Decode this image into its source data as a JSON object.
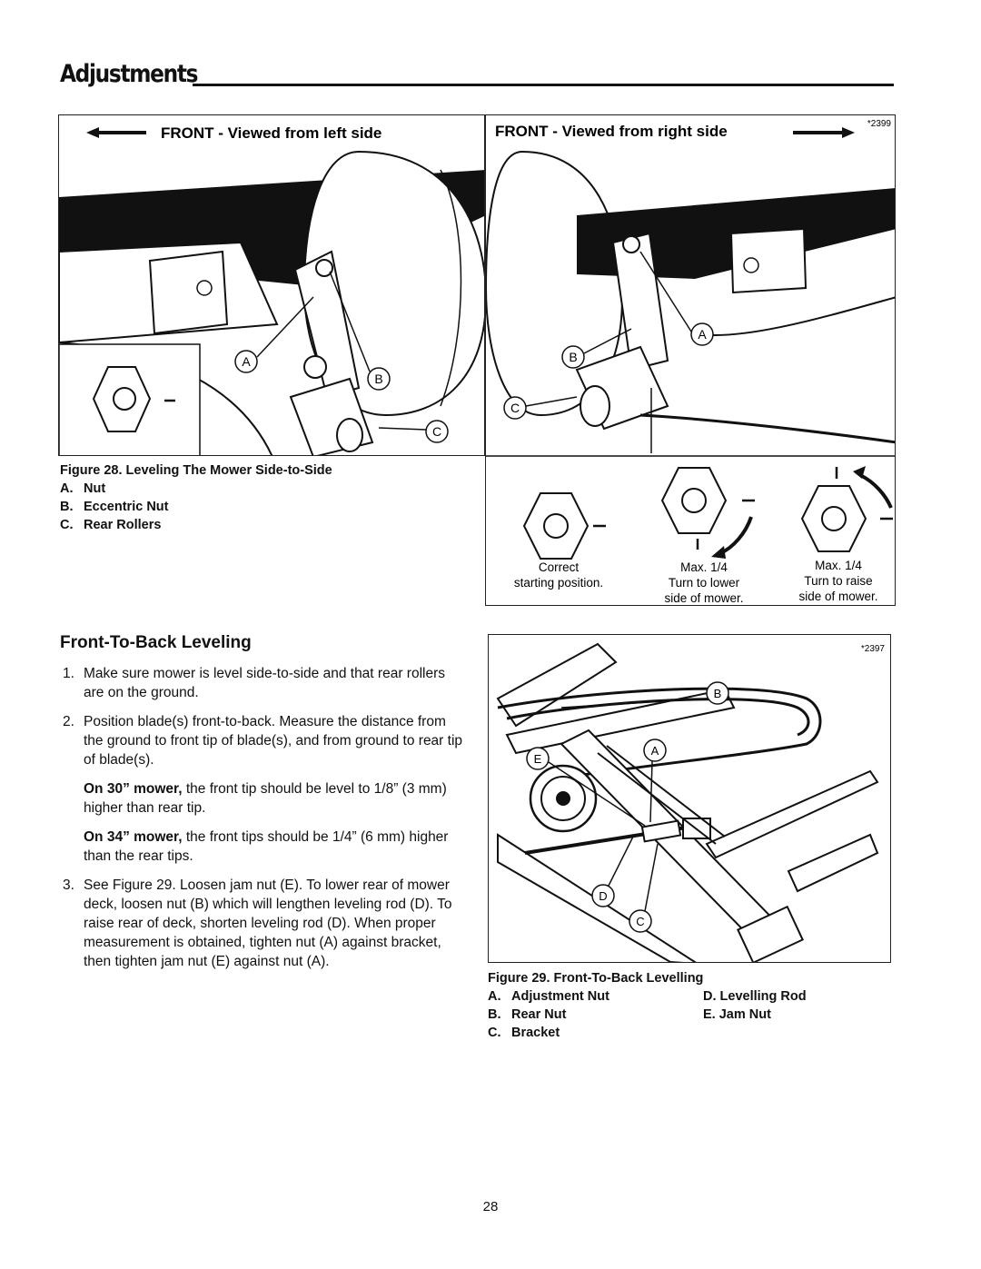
{
  "header": {
    "title": "Adjustments"
  },
  "figure28": {
    "left_label": "FRONT - Viewed from left side",
    "right_label": "FRONT - Viewed from right side",
    "code": "*2399",
    "callouts": {
      "a": "A",
      "b": "B",
      "c": "C"
    },
    "nut_labels": {
      "correct_1": "Correct",
      "correct_2": "starting position.",
      "lower_1": "Max. 1/4",
      "lower_2": "Turn to lower",
      "lower_3": "side of mower.",
      "raise_1": "Max. 1/4",
      "raise_2": "Turn to raise",
      "raise_3": "side of mower."
    },
    "caption": {
      "title": "Figure 28. Leveling The Mower Side-to-Side",
      "items": [
        {
          "letter": "A.",
          "text": "Nut"
        },
        {
          "letter": "B.",
          "text": "Eccentric Nut"
        },
        {
          "letter": "C.",
          "text": "Rear Rollers"
        }
      ]
    }
  },
  "section": {
    "heading": "Front-To-Back Leveling",
    "step1_num": "1.",
    "step1": "Make sure mower is level side-to-side and that rear rollers are on the ground.",
    "step2_num": "2.",
    "step2": "Position blade(s) front-to-back. Measure the distance from the ground to front tip of blade(s), and from ground to rear tip of blade(s).",
    "note30_bold": "On 30” mower,",
    "note30_text": " the front tip should be level to 1/8” (3 mm) higher than rear tip.",
    "note34_bold": "On 34” mower,",
    "note34_text": " the front tips should be 1/4” (6 mm) higher than the rear tips.",
    "step3_num": "3.",
    "step3": "See Figure 29. Loosen jam nut (E). To lower rear of mower deck, loosen nut (B) which will lengthen leveling rod (D). To raise rear of deck, shorten leveling rod (D). When proper measurement is obtained, tighten nut (A) against bracket, then tighten jam nut (E) against nut (A)."
  },
  "figure29": {
    "code": "*2397",
    "callouts": {
      "a": "A",
      "b": "B",
      "c": "C",
      "d": "D",
      "e": "E"
    },
    "caption": {
      "title": "Figure 29. Front-To-Back Levelling",
      "a_letter": "A.",
      "a_text": "Adjustment Nut",
      "d_letter": "D.",
      "d_text": "Levelling Rod",
      "b_letter": "B.",
      "b_text": "Rear Nut",
      "e_letter": "E.",
      "e_text": "Jam Nut",
      "c_letter": "C.",
      "c_text": "Bracket"
    }
  },
  "footer": {
    "page_number": "28"
  }
}
